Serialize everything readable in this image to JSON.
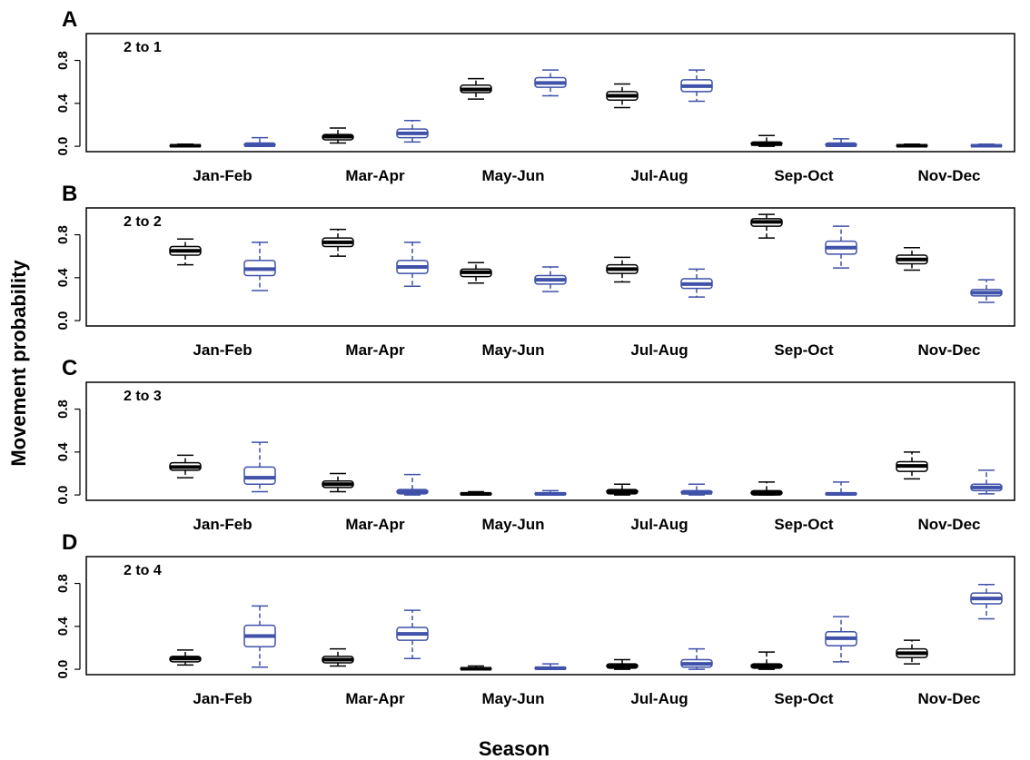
{
  "chart_data": {
    "type": "boxplot",
    "xlabel": "Season",
    "ylabel": "Movement probability",
    "ylim": [
      -0.05,
      1.05
    ],
    "yticks": [
      0.0,
      0.4,
      0.8
    ],
    "ytick_labels": [
      "0.0",
      "0.4",
      "0.8"
    ],
    "categories": [
      "Jan-Feb",
      "Mar-Apr",
      "May-Jun",
      "Jul-Aug",
      "Sep-Oct",
      "Nov-Dec"
    ],
    "series_colors": [
      "#000000",
      "#3f51a8"
    ],
    "panels": [
      {
        "letter": "A",
        "label": "2 to 1",
        "series": [
          {
            "boxes": [
              {
                "min": 0.0,
                "q1": 0.0,
                "median": 0.005,
                "q3": 0.01,
                "max": 0.02
              },
              {
                "min": 0.03,
                "q1": 0.06,
                "median": 0.09,
                "q3": 0.11,
                "max": 0.17
              },
              {
                "min": 0.44,
                "q1": 0.5,
                "median": 0.53,
                "q3": 0.57,
                "max": 0.63
              },
              {
                "min": 0.36,
                "q1": 0.43,
                "median": 0.47,
                "q3": 0.51,
                "max": 0.58
              },
              {
                "min": 0.0,
                "q1": 0.01,
                "median": 0.02,
                "q3": 0.04,
                "max": 0.1
              },
              {
                "min": 0.0,
                "q1": 0.0,
                "median": 0.005,
                "q3": 0.01,
                "max": 0.02
              }
            ]
          },
          {
            "boxes": [
              {
                "min": 0.0,
                "q1": 0.0,
                "median": 0.01,
                "q3": 0.03,
                "max": 0.08
              },
              {
                "min": 0.04,
                "q1": 0.08,
                "median": 0.12,
                "q3": 0.16,
                "max": 0.24
              },
              {
                "min": 0.47,
                "q1": 0.55,
                "median": 0.59,
                "q3": 0.64,
                "max": 0.71
              },
              {
                "min": 0.42,
                "q1": 0.51,
                "median": 0.56,
                "q3": 0.62,
                "max": 0.71
              },
              {
                "min": 0.0,
                "q1": 0.0,
                "median": 0.01,
                "q3": 0.03,
                "max": 0.07
              },
              {
                "min": 0.0,
                "q1": 0.0,
                "median": 0.005,
                "q3": 0.01,
                "max": 0.02
              }
            ]
          }
        ]
      },
      {
        "letter": "B",
        "label": "2 to 2",
        "series": [
          {
            "boxes": [
              {
                "min": 0.52,
                "q1": 0.61,
                "median": 0.65,
                "q3": 0.69,
                "max": 0.76
              },
              {
                "min": 0.6,
                "q1": 0.69,
                "median": 0.73,
                "q3": 0.77,
                "max": 0.85
              },
              {
                "min": 0.35,
                "q1": 0.41,
                "median": 0.45,
                "q3": 0.48,
                "max": 0.54
              },
              {
                "min": 0.36,
                "q1": 0.44,
                "median": 0.48,
                "q3": 0.52,
                "max": 0.59
              },
              {
                "min": 0.77,
                "q1": 0.88,
                "median": 0.92,
                "q3": 0.95,
                "max": 0.99
              },
              {
                "min": 0.47,
                "q1": 0.53,
                "median": 0.57,
                "q3": 0.61,
                "max": 0.68
              }
            ]
          },
          {
            "boxes": [
              {
                "min": 0.28,
                "q1": 0.42,
                "median": 0.48,
                "q3": 0.56,
                "max": 0.73
              },
              {
                "min": 0.32,
                "q1": 0.44,
                "median": 0.5,
                "q3": 0.56,
                "max": 0.73
              },
              {
                "min": 0.27,
                "q1": 0.34,
                "median": 0.38,
                "q3": 0.42,
                "max": 0.5
              },
              {
                "min": 0.22,
                "q1": 0.3,
                "median": 0.34,
                "q3": 0.39,
                "max": 0.48
              },
              {
                "min": 0.49,
                "q1": 0.62,
                "median": 0.68,
                "q3": 0.74,
                "max": 0.88
              },
              {
                "min": 0.17,
                "q1": 0.23,
                "median": 0.26,
                "q3": 0.29,
                "max": 0.38
              }
            ]
          }
        ]
      },
      {
        "letter": "C",
        "label": "2 to 3",
        "series": [
          {
            "boxes": [
              {
                "min": 0.16,
                "q1": 0.23,
                "median": 0.26,
                "q3": 0.3,
                "max": 0.37
              },
              {
                "min": 0.03,
                "q1": 0.07,
                "median": 0.1,
                "q3": 0.13,
                "max": 0.2
              },
              {
                "min": 0.0,
                "q1": 0.0,
                "median": 0.01,
                "q3": 0.02,
                "max": 0.03
              },
              {
                "min": 0.0,
                "q1": 0.01,
                "median": 0.03,
                "q3": 0.05,
                "max": 0.1
              },
              {
                "min": 0.0,
                "q1": 0.0,
                "median": 0.02,
                "q3": 0.04,
                "max": 0.12
              },
              {
                "min": 0.15,
                "q1": 0.22,
                "median": 0.27,
                "q3": 0.31,
                "max": 0.4
              }
            ]
          },
          {
            "boxes": [
              {
                "min": 0.03,
                "q1": 0.1,
                "median": 0.16,
                "q3": 0.26,
                "max": 0.49
              },
              {
                "min": 0.0,
                "q1": 0.01,
                "median": 0.03,
                "q3": 0.05,
                "max": 0.19
              },
              {
                "min": 0.0,
                "q1": 0.0,
                "median": 0.01,
                "q3": 0.02,
                "max": 0.04
              },
              {
                "min": 0.0,
                "q1": 0.01,
                "median": 0.02,
                "q3": 0.04,
                "max": 0.1
              },
              {
                "min": 0.0,
                "q1": 0.0,
                "median": 0.01,
                "q3": 0.02,
                "max": 0.12
              },
              {
                "min": 0.01,
                "q1": 0.04,
                "median": 0.07,
                "q3": 0.1,
                "max": 0.23
              }
            ]
          }
        ]
      },
      {
        "letter": "D",
        "label": "2 to 4",
        "series": [
          {
            "boxes": [
              {
                "min": 0.04,
                "q1": 0.07,
                "median": 0.1,
                "q3": 0.12,
                "max": 0.18
              },
              {
                "min": 0.03,
                "q1": 0.06,
                "median": 0.09,
                "q3": 0.12,
                "max": 0.19
              },
              {
                "min": 0.0,
                "q1": 0.0,
                "median": 0.005,
                "q3": 0.01,
                "max": 0.03
              },
              {
                "min": 0.0,
                "q1": 0.01,
                "median": 0.03,
                "q3": 0.05,
                "max": 0.09
              },
              {
                "min": 0.0,
                "q1": 0.01,
                "median": 0.03,
                "q3": 0.05,
                "max": 0.16
              },
              {
                "min": 0.05,
                "q1": 0.11,
                "median": 0.15,
                "q3": 0.19,
                "max": 0.27
              }
            ]
          },
          {
            "boxes": [
              {
                "min": 0.02,
                "q1": 0.21,
                "median": 0.31,
                "q3": 0.41,
                "max": 0.59
              },
              {
                "min": 0.1,
                "q1": 0.27,
                "median": 0.33,
                "q3": 0.39,
                "max": 0.55
              },
              {
                "min": 0.0,
                "q1": 0.0,
                "median": 0.01,
                "q3": 0.02,
                "max": 0.05
              },
              {
                "min": 0.0,
                "q1": 0.02,
                "median": 0.05,
                "q3": 0.09,
                "max": 0.19
              },
              {
                "min": 0.07,
                "q1": 0.22,
                "median": 0.29,
                "q3": 0.35,
                "max": 0.49
              },
              {
                "min": 0.47,
                "q1": 0.61,
                "median": 0.66,
                "q3": 0.71,
                "max": 0.79
              }
            ]
          }
        ]
      }
    ]
  }
}
